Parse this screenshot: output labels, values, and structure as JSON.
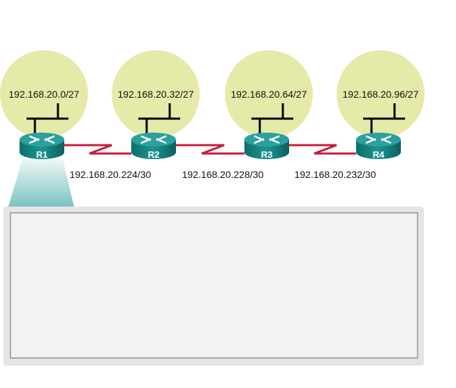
{
  "networks": [
    {
      "router": "R1",
      "lan": "192.168.20.0/27"
    },
    {
      "router": "R2",
      "lan": "192.168.20.32/27"
    },
    {
      "router": "R3",
      "lan": "192.168.20.64/27"
    },
    {
      "router": "R4",
      "lan": "192.168.20.96/27"
    }
  ],
  "links": [
    "192.168.20.224/30",
    "192.168.20.228/30",
    "192.168.20.232/30"
  ],
  "colors": {
    "lan": "#e6eaa8",
    "serial": "#c41e3a",
    "router": "#1a8a87",
    "panel": "#e4e4e4"
  }
}
